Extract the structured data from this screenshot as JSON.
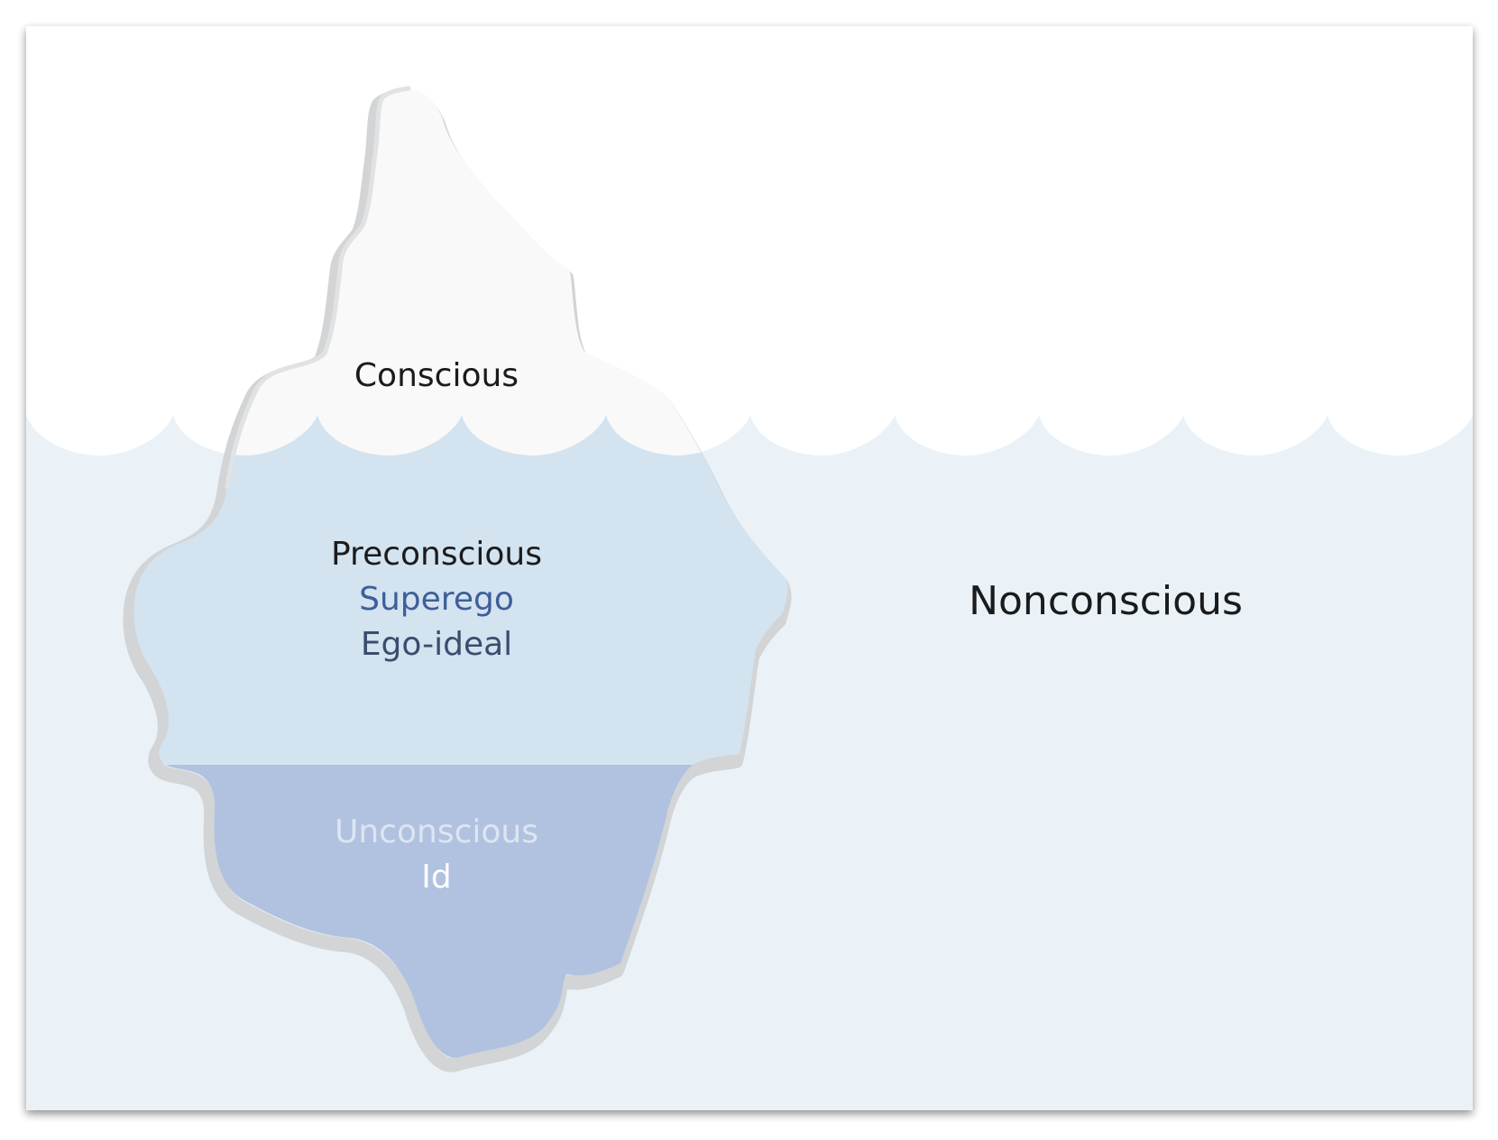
{
  "labels": {
    "conscious": "Conscious",
    "preconscious": "Preconscious",
    "superego": "Superego",
    "ego_ideal": "Ego-ideal",
    "unconscious": "Unconscious",
    "id": "Id",
    "nonconscious": "Nonconscious"
  },
  "colors": {
    "water": "#eaf2f8",
    "iceberg_top": "#f9f9f9",
    "iceberg_middle": "#d3e3f0",
    "iceberg_bottom": "#b0c2df",
    "outline": "#d2d4d6",
    "superego_text": "#3e5f9a",
    "ego_ideal_text": "#3b4d6e",
    "unconscious_text": "#dde5f1",
    "id_text": "#ffffff",
    "dark_text": "#1b1b1b"
  }
}
